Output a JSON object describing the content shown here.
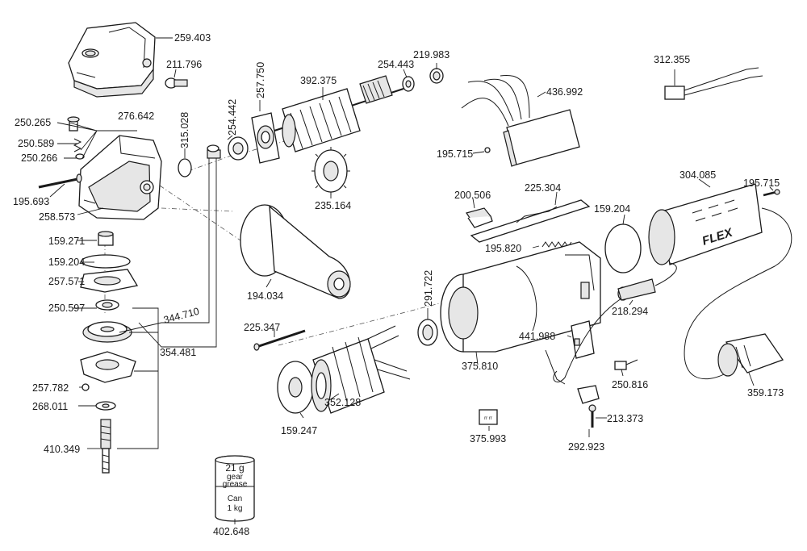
{
  "diagram": {
    "brand_text": "FLEX",
    "brush_holder_marking": "rr rr",
    "grease_can": {
      "line1": "21 g",
      "line2": "gear",
      "line3": "grease",
      "line4": "Can",
      "line5": "1 kg"
    },
    "labels": {
      "p259403": "259.403",
      "p211796": "211.796",
      "p250265": "250.265",
      "p276642": "276.642",
      "p250589": "250.589",
      "p250266": "250.266",
      "p195693": "195.693",
      "p258573": "258.573",
      "p315028": "315.028",
      "p254442a": "254.442",
      "p257750": "257.750",
      "p392375": "392.375",
      "p254443": "254.443",
      "p219983": "219.983",
      "p235164": "235.164",
      "p436992": "436.992",
      "p195715a": "195.715",
      "p312355": "312.355",
      "p159271": "159.271",
      "p159204a": "159.204",
      "p257571": "257.571",
      "p250597": "250.597",
      "p344710": "344.710",
      "p354481": "354.481",
      "p257782": "257.782",
      "p268011": "268.011",
      "p410349": "410.349",
      "p194034": "194.034",
      "p225347": "225.347",
      "p352128": "352.128",
      "p159247": "159.247",
      "p402648": "402.648",
      "p200506": "200.506",
      "p225304": "225.304",
      "p195820": "195.820",
      "p291722": "291.722",
      "p375810": "375.810",
      "p441988": "441.988",
      "p375993": "375.993",
      "p159204b": "159.204",
      "p304085": "304.085",
      "p195715b": "195.715",
      "p218294": "218.294",
      "p250816": "250.816",
      "p213373": "213.373",
      "p292923": "292.923",
      "p359173": "359.173"
    }
  }
}
